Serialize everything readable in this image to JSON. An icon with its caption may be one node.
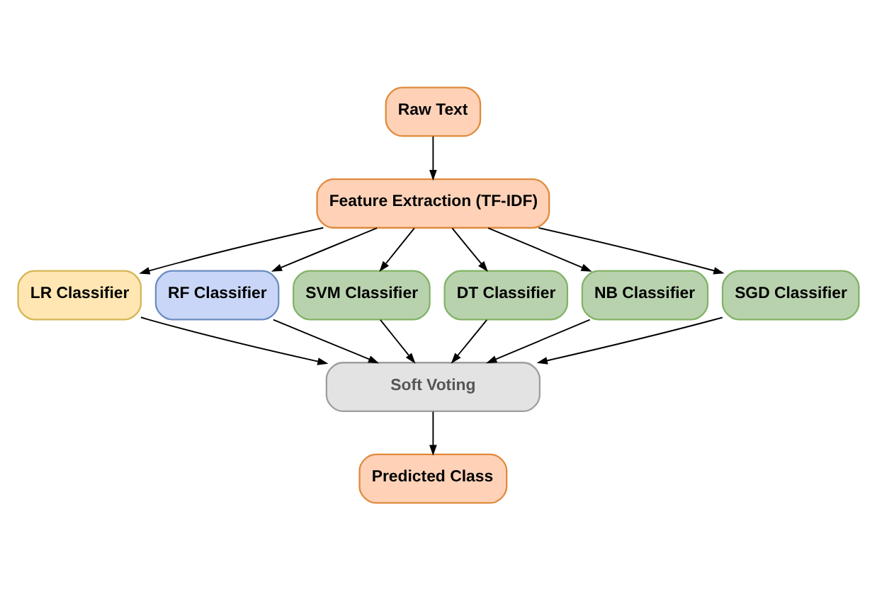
{
  "diagram": {
    "nodes": [
      {
        "text": [
          "Raw Text"
        ]
      },
      {
        "text": [
          "Feature Extraction (TF-IDF)"
        ]
      },
      {
        "text": [
          "LR Classifier"
        ]
      },
      {
        "text": [
          "RF Classifier"
        ]
      },
      {
        "text": [
          "SVM Classifier"
        ]
      },
      {
        "text": [
          "DT Classifier"
        ]
      },
      {
        "text": [
          "NB Classifier"
        ]
      },
      {
        "text": [
          "SGD Classifier"
        ]
      },
      {
        "text": [
          "Soft Voting"
        ]
      },
      {
        "text": [
          "Predicted Class"
        ]
      }
    ],
    "edges": [
      {
        "from": 0,
        "to": 1,
        "arrow": "to"
      },
      {
        "from": 1,
        "to": 2,
        "arrow": "to"
      },
      {
        "from": 1,
        "to": 3,
        "arrow": "to"
      },
      {
        "from": 1,
        "to": 4,
        "arrow": "to"
      },
      {
        "from": 1,
        "to": 5,
        "arrow": "to"
      },
      {
        "from": 1,
        "to": 6,
        "arrow": "to"
      },
      {
        "from": 1,
        "to": 7,
        "arrow": "to"
      },
      {
        "from": 2,
        "to": 8,
        "arrow": "to"
      },
      {
        "from": 3,
        "to": 8,
        "arrow": "to"
      },
      {
        "from": 4,
        "to": 8,
        "arrow": "to"
      },
      {
        "from": 5,
        "to": 8,
        "arrow": "to"
      },
      {
        "from": 6,
        "to": 8,
        "arrow": "to"
      },
      {
        "from": 7,
        "to": 8,
        "arrow": "to"
      },
      {
        "from": 8,
        "to": 9,
        "arrow": "to"
      }
    ]
  }
}
